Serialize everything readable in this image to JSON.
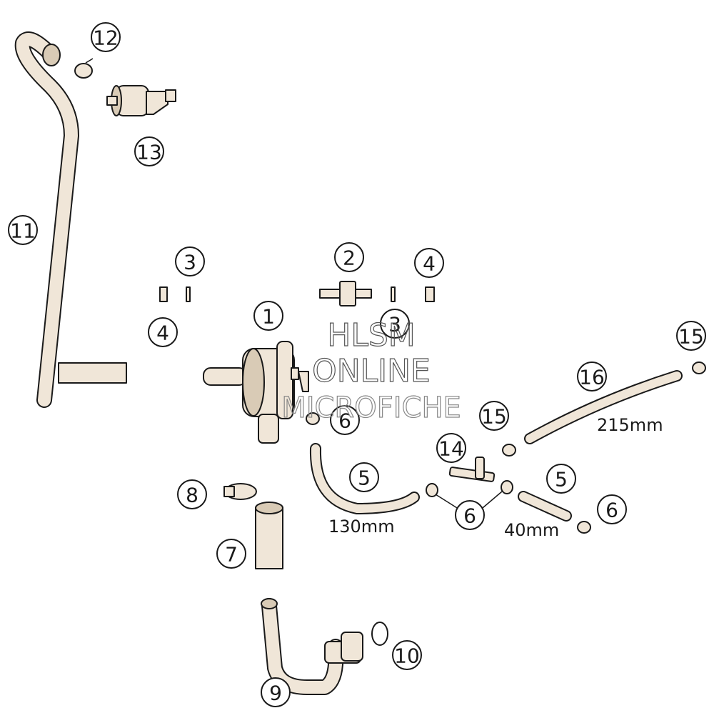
{
  "callouts": {
    "c1": "1",
    "c2": "2",
    "c3a": "3",
    "c3b": "3",
    "c4a": "4",
    "c4b": "4",
    "c5a": "5",
    "c5b": "5",
    "c6a": "6",
    "c6b": "6",
    "c6c": "6",
    "c7": "7",
    "c8": "8",
    "c9": "9",
    "c10": "10",
    "c11": "11",
    "c12": "12",
    "c13": "13",
    "c14": "14",
    "c15a": "15",
    "c15b": "15",
    "c16": "16"
  },
  "dimensions": {
    "hose_16": "215mm",
    "hose_5_long": "130mm",
    "hose_5_short": "40mm"
  },
  "watermark": {
    "line1": "HLSM",
    "line2": "ONLINE",
    "line3": "MICROFICHE"
  }
}
